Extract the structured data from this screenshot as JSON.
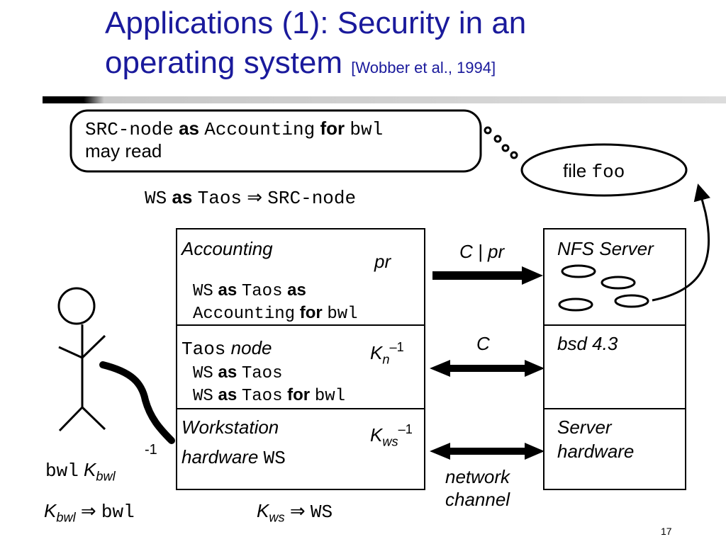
{
  "title": {
    "line1": "Applications (1): Security in an",
    "line2": "operating system",
    "citation": "[Wobber et al., 1994]"
  },
  "colors": {
    "title": "#1a1a9c",
    "bar_dark": "#000000",
    "bar_light": "#d9d9d9"
  },
  "statement": {
    "principal": "SRC-node",
    "as": "as",
    "role": "Accounting",
    "for": "for",
    "user": "bwl",
    "rest": "may read"
  },
  "file": {
    "label": "file",
    "name": "foo"
  },
  "speaks_for": {
    "left": "WS",
    "as": "as",
    "mid": "Taos",
    "arrow": "⇒",
    "right": "SRC-node"
  },
  "left_stack": {
    "accounting": {
      "title": "Accounting",
      "pr": "pr",
      "line1_a": "WS",
      "line1_as1": "as",
      "line1_b": "Taos",
      "line1_as2": "as",
      "line2_a": "Accounting",
      "line2_for": "for",
      "line2_b": "bwl"
    },
    "taos": {
      "mono": "Taos",
      "label": "node",
      "key": "K",
      "key_sub": "n",
      "key_sup": "–1",
      "line1_a": "WS",
      "line1_as": "as",
      "line1_b": "Taos",
      "line2_a": "WS",
      "line2_as": "as",
      "line2_b": "Taos",
      "line2_for": "for",
      "line2_c": "bwl"
    },
    "workstation": {
      "line1": "Workstation",
      "line2": "hardware",
      "line2_mono": "WS",
      "key": "K",
      "key_sub": "ws",
      "key_sup": "–1"
    }
  },
  "right_stack": {
    "nfs": "NFS Server",
    "bsd": "bsd 4.3",
    "hw1": "Server",
    "hw2": "hardware"
  },
  "channels": {
    "top": "C | pr",
    "mid": "C",
    "network1": "network",
    "network2": "channel"
  },
  "user": {
    "name": "bwl",
    "key": "K",
    "key_sub": "bwl",
    "key_sup": "-1"
  },
  "bottom": {
    "left_key": "K",
    "left_sub": "bwl",
    "left_arrow": "⇒",
    "left_name": "bwl",
    "right_key": "K",
    "right_sub": "ws",
    "right_arrow": "⇒",
    "right_name": "WS"
  },
  "page_number": "17"
}
